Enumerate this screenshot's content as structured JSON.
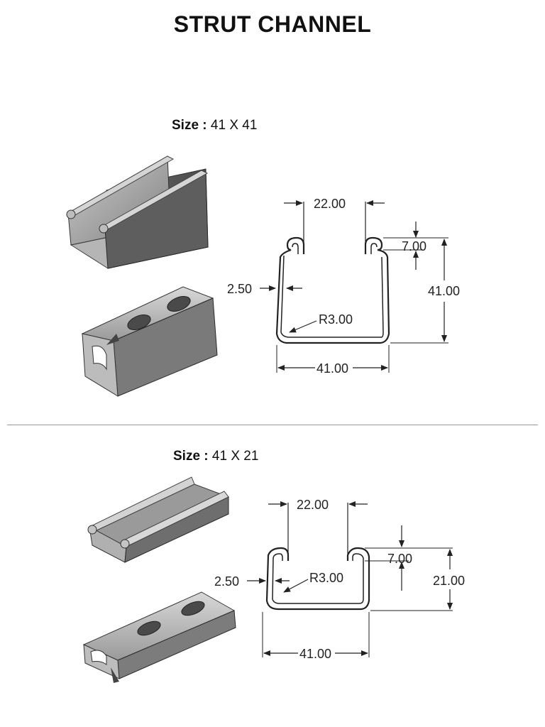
{
  "title": "STRUT CHANNEL",
  "sections": [
    {
      "size_key": "Size :",
      "size_value": "41 X 41",
      "dims": {
        "slot": "22.00",
        "lip": "7.00",
        "height": "41.00",
        "thickness": "2.50",
        "radius": "R3.00",
        "width": "41.00"
      }
    },
    {
      "size_key": "Size :",
      "size_value": "41 X 21",
      "dims": {
        "slot": "22.00",
        "lip": "7.00",
        "height": "21.00",
        "thickness": "2.50",
        "radius": "R3.00",
        "width": "41.00"
      }
    }
  ]
}
